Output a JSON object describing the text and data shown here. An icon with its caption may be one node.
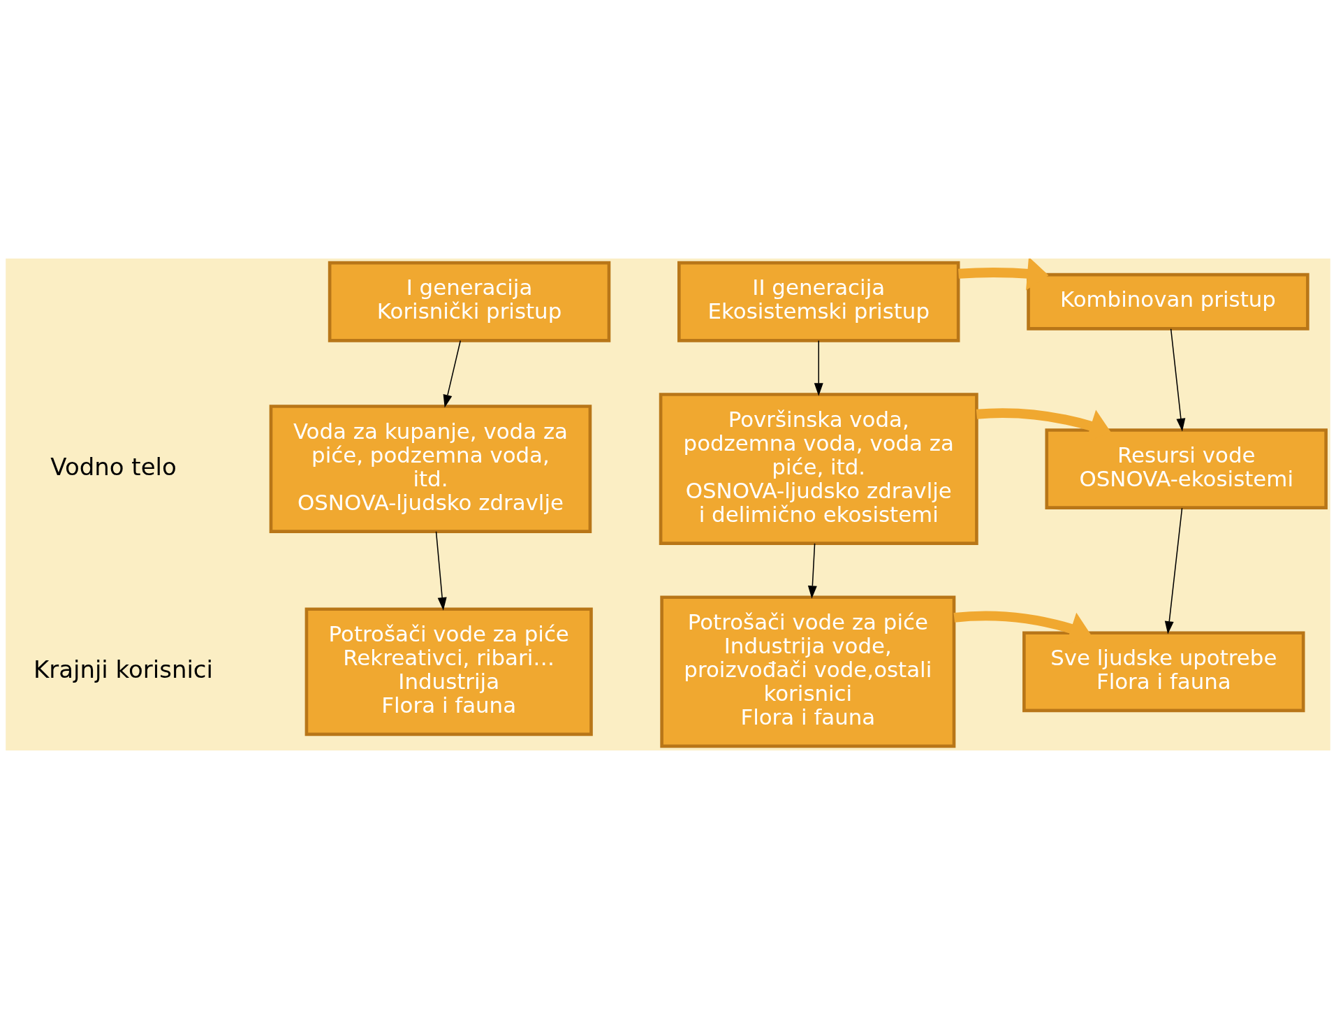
{
  "diagram": {
    "nodes": [
      {
        "text": [
          "I generacija",
          "Korisnički pristup"
        ]
      },
      {
        "text": [
          "II generacija",
          "Ekosistemski pristup"
        ]
      },
      {
        "text": [
          "Kombinovan pristup"
        ]
      },
      {
        "text": [
          "Voda za kupanje, voda za piće, podzemna voda, itd.",
          "OSNOVA-ljudsko zdravlje"
        ]
      },
      {
        "text": [
          "Površinska voda, podzemna voda, voda za piće, itd.",
          "OSNOVA-ljudsko zdravlje i delimično ekosistemi"
        ]
      },
      {
        "text": [
          "Resursi vode",
          "OSNOVA-ekosistemi"
        ]
      },
      {
        "text": [
          "Potrošači vode za piće",
          "Rekreativci, ribari…",
          "Industrija",
          "Flora i fauna"
        ]
      },
      {
        "text": [
          "Potrošači vode za piće",
          "Industrija vode, proizvođači vode,ostali korisnici",
          "Flora i fauna"
        ]
      },
      {
        "text": [
          "Sve ljudske upotrebe",
          "Flora i fauna"
        ]
      }
    ],
    "edges": [
      {
        "from": 0,
        "to": 3,
        "arrow": "to"
      },
      {
        "from": 3,
        "to": 6,
        "arrow": "to"
      },
      {
        "from": 1,
        "to": 4,
        "arrow": "to"
      },
      {
        "from": 4,
        "to": 7,
        "arrow": "to"
      },
      {
        "from": 2,
        "to": 5,
        "arrow": "to"
      },
      {
        "from": 5,
        "to": 8,
        "arrow": "to"
      },
      {
        "from": 1,
        "to": 2,
        "arrow": "to",
        "style": "thick",
        "color": "#f0a830"
      },
      {
        "from": 4,
        "to": 5,
        "arrow": "to",
        "style": "thick",
        "color": "#f0a830"
      },
      {
        "from": 7,
        "to": 8,
        "arrow": "to",
        "style": "thick",
        "color": "#f0a830"
      }
    ],
    "labels": [
      "Vodno telo",
      "Krajnji korisnici"
    ]
  }
}
